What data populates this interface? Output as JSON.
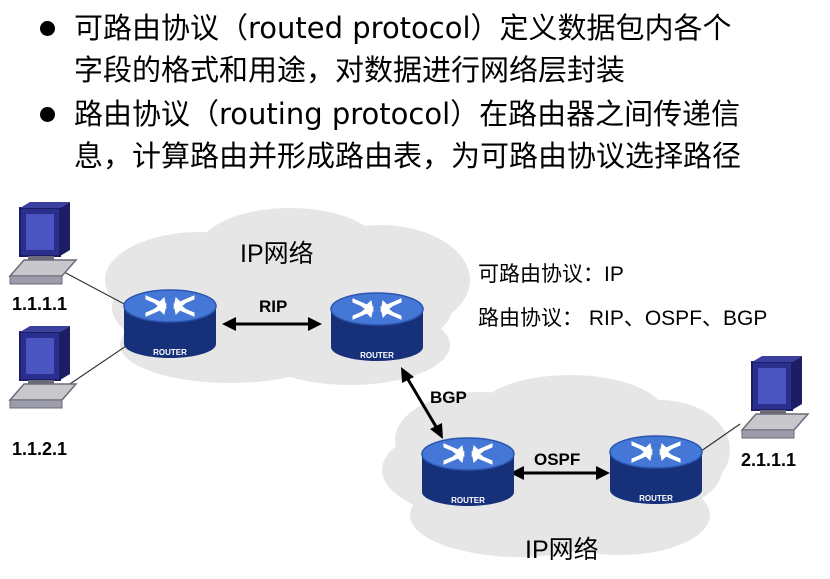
{
  "bullets": [
    {
      "line1": "可路由协议（routed protocol）定义数据包内各个",
      "line2": "字段的格式和用途，对数据进行网络层封装"
    },
    {
      "line1": "路由协议（routing protocol）在路由器之间传递信",
      "line2": "息，计算路由并形成路由表，为可路由协议选择路径"
    }
  ],
  "diagram": {
    "cloud_top_label": "IP网络",
    "cloud_bottom_label": "IP网络",
    "routed_protocol_note": "可路由协议：IP",
    "routing_protocol_note": "路由协议： RIP、OSPF、BGP",
    "link_rip": "RIP",
    "link_bgp": "BGP",
    "link_ospf": "OSPF",
    "router_text": "ROUTER",
    "host_1": "1.1.1.1",
    "host_2": "1.1.2.1",
    "host_3": "2.1.1.1"
  },
  "colors": {
    "cloud_fill": "#e6e6e6",
    "router_body": "#1e3c96",
    "router_top": "#3f6fd0",
    "computer_blue": "#2a2e8c",
    "computer_grey": "#c8c8cc"
  }
}
